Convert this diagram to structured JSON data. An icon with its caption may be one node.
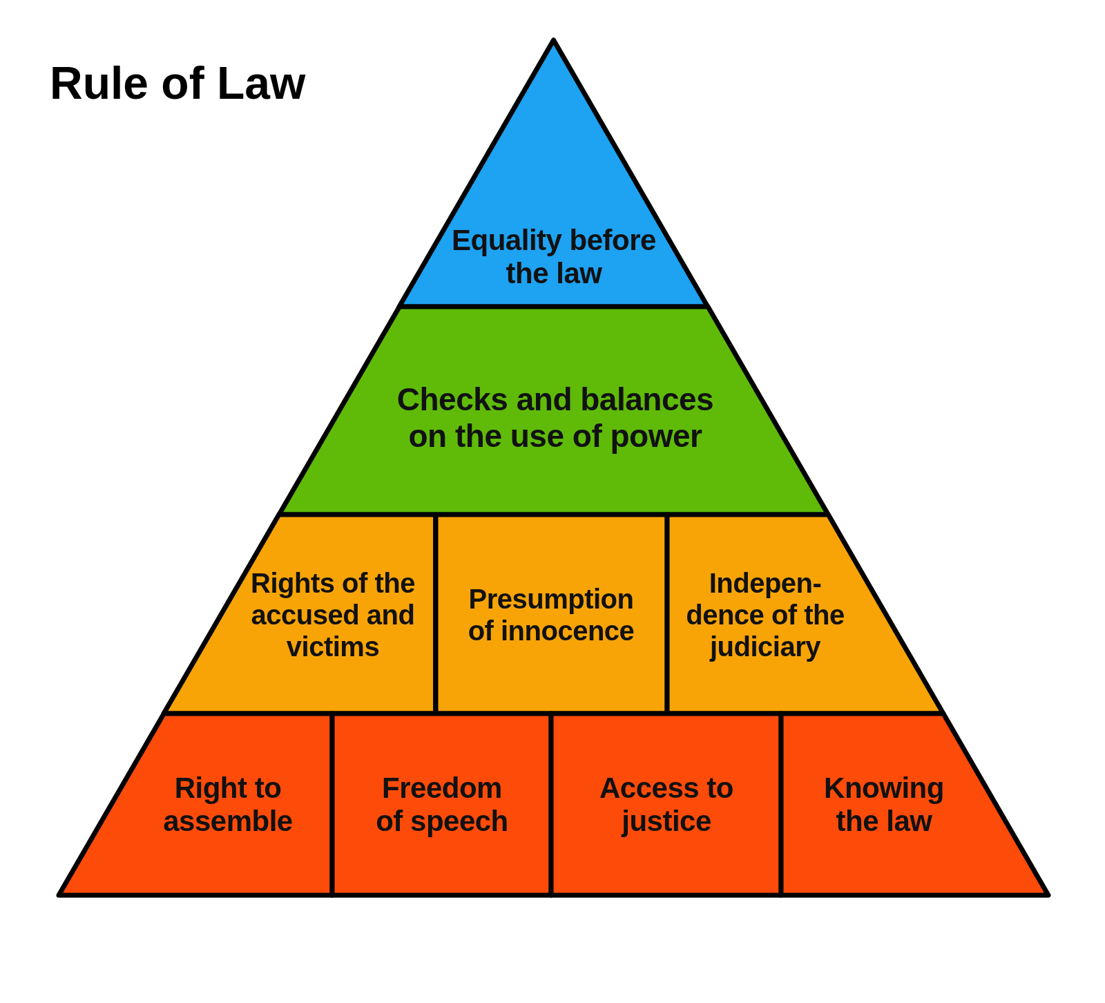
{
  "diagram": {
    "title": "Rule of Law",
    "nodes": [
      {
        "text": [
          "Equality before the law"
        ]
      },
      {
        "text": [
          "Checks and balances on the use of power"
        ]
      },
      {
        "text": [
          "Rights of the accused and victims"
        ]
      },
      {
        "text": [
          "Presumption of innocence"
        ]
      },
      {
        "text": [
          "Indepen- dence of the judiciary"
        ]
      },
      {
        "text": [
          "Right to assemble"
        ]
      },
      {
        "text": [
          "Freedom of speech"
        ]
      },
      {
        "text": [
          "Access to justice"
        ]
      },
      {
        "text": [
          "Knowing the law"
        ]
      }
    ]
  }
}
